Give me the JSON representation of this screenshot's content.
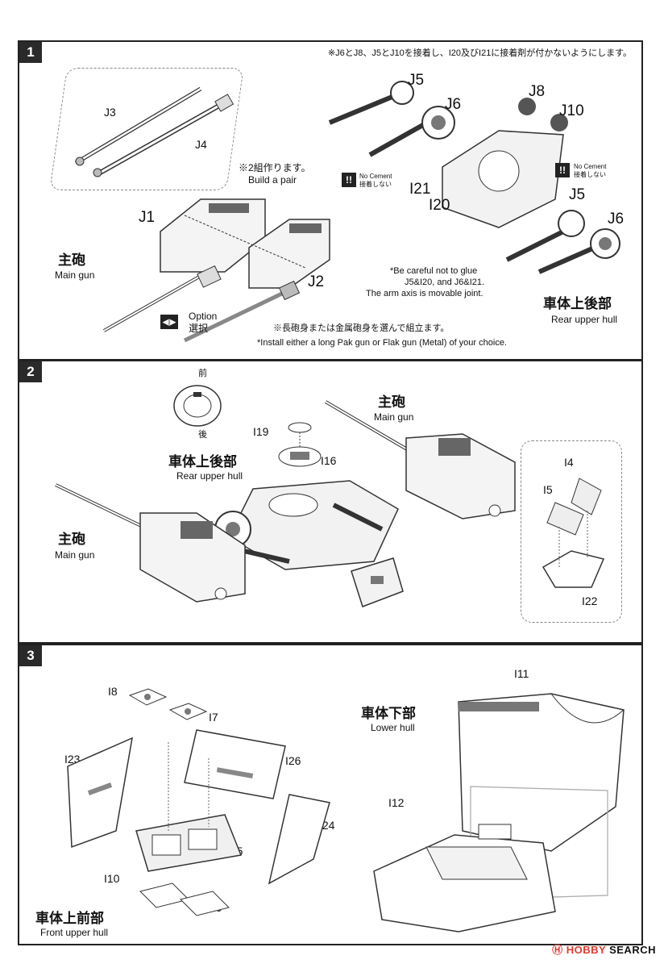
{
  "steps": [
    {
      "number": "1"
    },
    {
      "number": "2"
    },
    {
      "number": "3"
    }
  ],
  "step1": {
    "top_note": "※J6とJ8、J5とJ10を接着し、I20及びI21に接着剤が付かないようにします。",
    "labels": {
      "j3": "J3",
      "j4": "J4",
      "j1": "J1",
      "j2": "J2",
      "j5a": "J5",
      "j6a": "J6",
      "j8": "J8",
      "j10": "J10",
      "i21": "I21",
      "i20": "I20",
      "j5b": "J5",
      "j6b": "J6"
    },
    "build_pair_jp": "※2組作ります。",
    "build_pair_en": "Build a pair",
    "main_gun_jp": "主砲",
    "main_gun_en": "Main gun",
    "no_cement_en": "No Cement",
    "no_cement_jp": "接着しない",
    "no_cement_icon": "!!",
    "careful_note": [
      "*Be careful not to glue",
      "J5&I20, and J6&I21.",
      "The arm axis is movable joint."
    ],
    "rear_upper_jp": "車体上後部",
    "rear_upper_en": "Rear upper hull",
    "option_en": "Option",
    "option_jp": "選択",
    "option_icon": "◀|▶",
    "choose_jp": "※長砲身または金属砲身を選んで組立ます。",
    "choose_en": "*Install either a long Pak gun or Flak gun (Metal) of your choice."
  },
  "step2": {
    "front_jp": "前",
    "rear_jp": "後",
    "labels": {
      "i19": "I19",
      "i16": "I16",
      "i4": "I4",
      "i5": "I5",
      "i22": "I22"
    },
    "rear_upper_jp": "車体上後部",
    "rear_upper_en": "Rear upper hull",
    "main_gun_jp": "主砲",
    "main_gun_en": "Main gun"
  },
  "step3": {
    "labels": {
      "i8": "I8",
      "i7": "I7",
      "i23": "I23",
      "i26": "I26",
      "i24": "I24",
      "i25": "I25",
      "i10": "I10",
      "i9": "I9",
      "i11": "I11",
      "i12": "I12"
    },
    "lower_hull_jp": "車体下部",
    "lower_hull_en": "Lower hull",
    "front_upper_jp": "車体上前部",
    "front_upper_en": "Front upper hull"
  },
  "footer": {
    "brand_mark": "Ⓗ",
    "brand_hobby": "HOBBY",
    "brand_search": "SEARCH"
  }
}
